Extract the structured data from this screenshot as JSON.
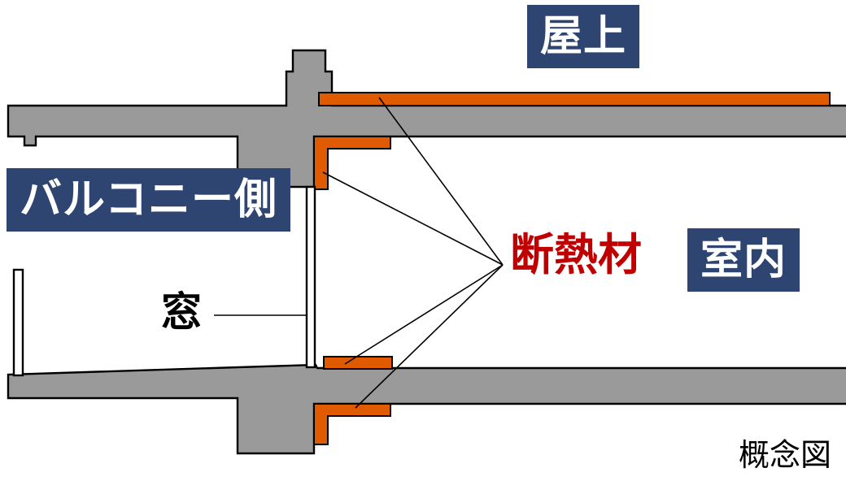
{
  "page": {
    "background": "#ffffff"
  },
  "colors": {
    "navy": "#2e4571",
    "label-text": "#ffffff",
    "red": "#c00000",
    "orange": "#e05a00",
    "concrete": "#9a9a9a",
    "outline": "#000000",
    "background": "#ffffff"
  },
  "labels": {
    "roof": "屋上",
    "balcony_side": "バルコニー側",
    "indoor": "室内",
    "insulation": "断熱材",
    "window": "窓",
    "caption": "概念図"
  }
}
